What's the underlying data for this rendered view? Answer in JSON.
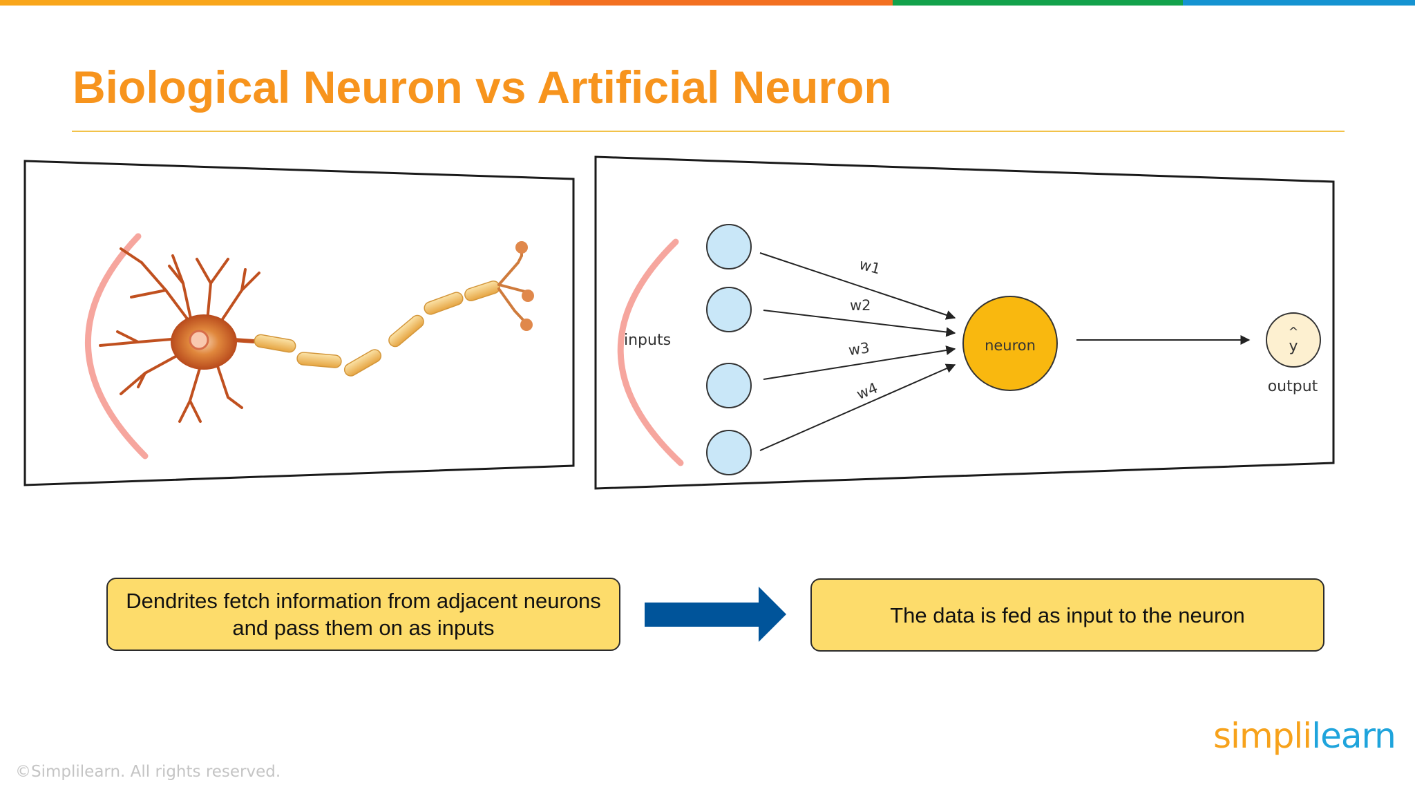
{
  "colors": {
    "top_bar": [
      "#f9a61b",
      "#f37021",
      "#13a24b",
      "#1593d1"
    ],
    "title": "#f7941d",
    "accent_arrow": "#00549a",
    "caption_fill": "#fddc6b",
    "input_node": "#c9e7f8",
    "neuron_node": "#f9b80f"
  },
  "title": "Biological Neuron vs Artificial Neuron",
  "biological_panel": {
    "image": "biological-neuron-illustration"
  },
  "artificial_panel": {
    "inputs_label": "inputs",
    "weights": [
      "w1",
      "w2",
      "w3",
      "w4"
    ],
    "neuron_label": "neuron",
    "output_symbol": "y",
    "output_hat": "^",
    "output_label": "output"
  },
  "captions": {
    "left": "Dendrites fetch information from adjacent neurons and pass them on as inputs",
    "right": "The data is fed as input to the neuron"
  },
  "footer": {
    "copyright": "©Simplilearn. All rights reserved.",
    "logo_part1": "simpl",
    "logo_bar": "i",
    "logo_part2": "learn"
  }
}
